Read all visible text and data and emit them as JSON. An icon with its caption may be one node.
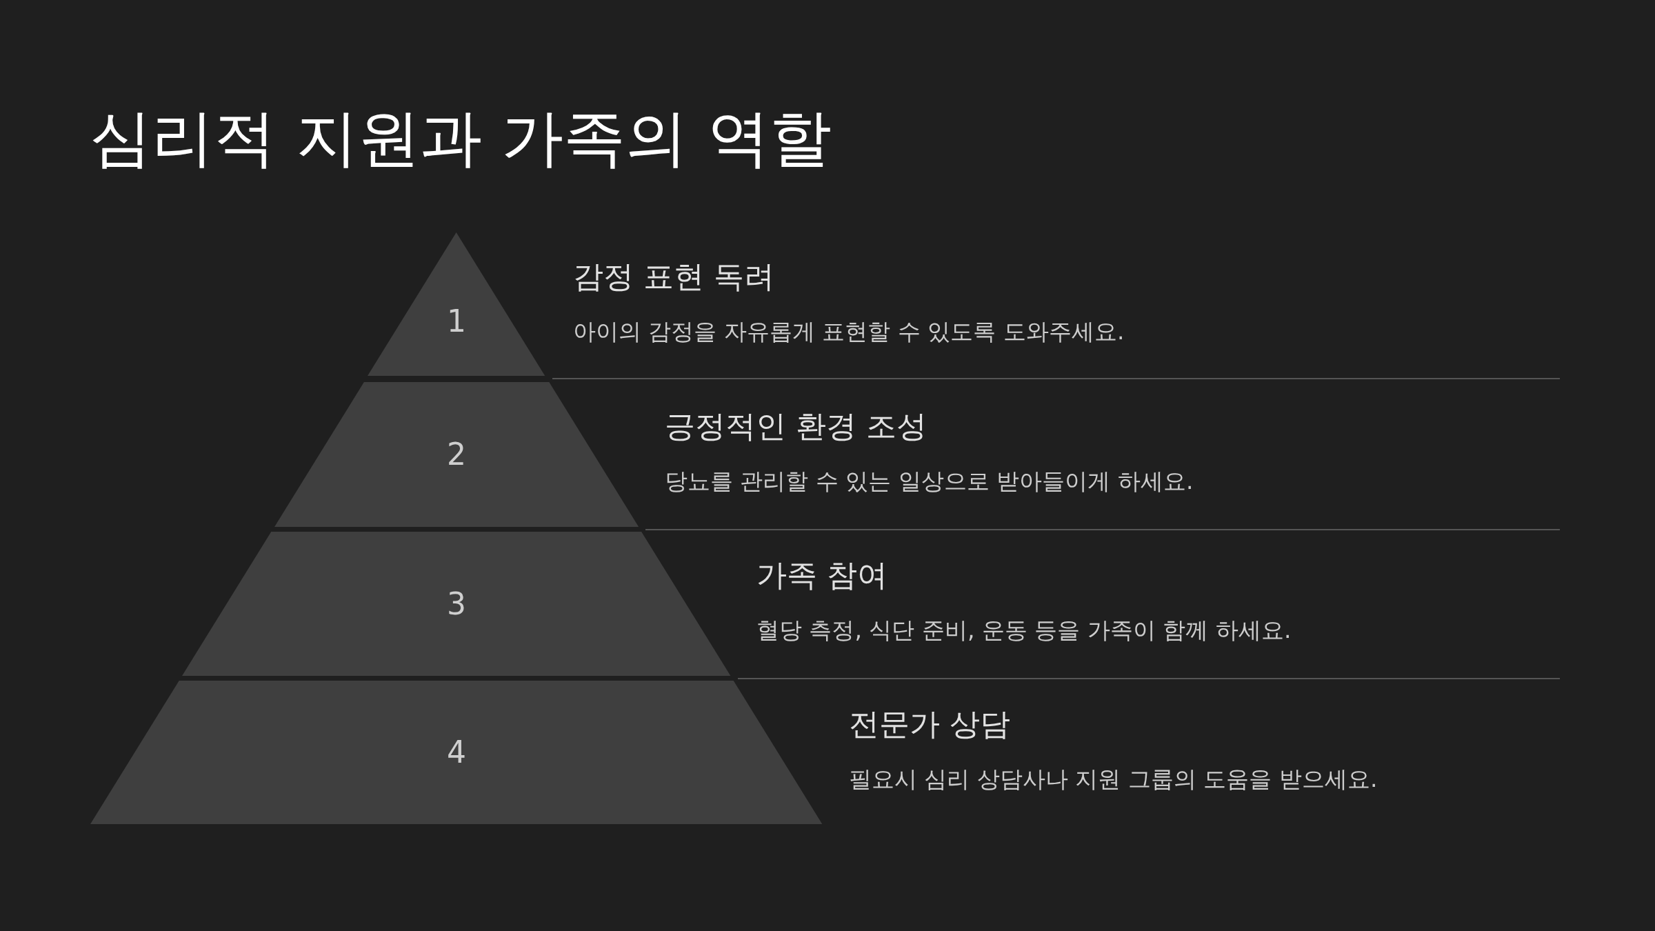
{
  "diagram": {
    "title": "심리적 지원과 가족의 역할",
    "nodes": [
      {
        "text": [
          "1"
        ],
        "beside": [
          "감정 표현 독려",
          "아이의 감정을 자유롭게 표현할 수 있도록 도와주세요."
        ]
      },
      {
        "text": [
          "2"
        ],
        "beside": [
          "긍정적인 환경 조성",
          "당뇨를 관리할 수 있는 일상으로 받아들이게 하세요."
        ]
      },
      {
        "text": [
          "3"
        ],
        "beside": [
          "가족 참여",
          "혈당 측정, 식단 준비, 운동 등을 가족이 함께 하세요."
        ]
      },
      {
        "text": [
          "4"
        ],
        "beside": [
          "전문가 상담",
          "필요시 심리 상담사나 지원 그룹의 도움을 받으세요."
        ]
      }
    ]
  }
}
